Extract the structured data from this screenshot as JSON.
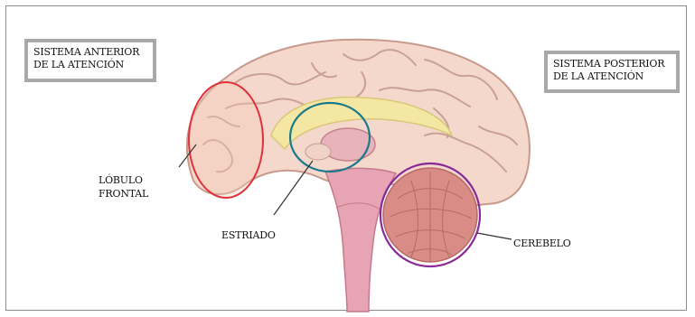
{
  "boxes": {
    "anterior": {
      "line1": "SISTEMA ANTERIOR",
      "line2": "DE LA ATENCIÓN"
    },
    "posterior": {
      "line1": "SISTEMA POSTERIOR",
      "line2": "DE LA  ATENCIÓN"
    }
  },
  "labels": {
    "frontal_line1": "LÓBULO",
    "frontal_line2": "FRONTAL",
    "estriado": "ESTRIADO",
    "cerebelo": "CEREBELO"
  },
  "colors": {
    "frontal_circle": "#e0303a",
    "estriado_circle": "#1a7a8a",
    "cerebelo_circle": "#8a2a9a",
    "cortex": "#f4d8cc",
    "cortex_fold": "#c79a8c",
    "corpus_callosum": "#f3e7a3",
    "brainstem": "#e6a4b4",
    "cerebellum": "#d98c86"
  }
}
